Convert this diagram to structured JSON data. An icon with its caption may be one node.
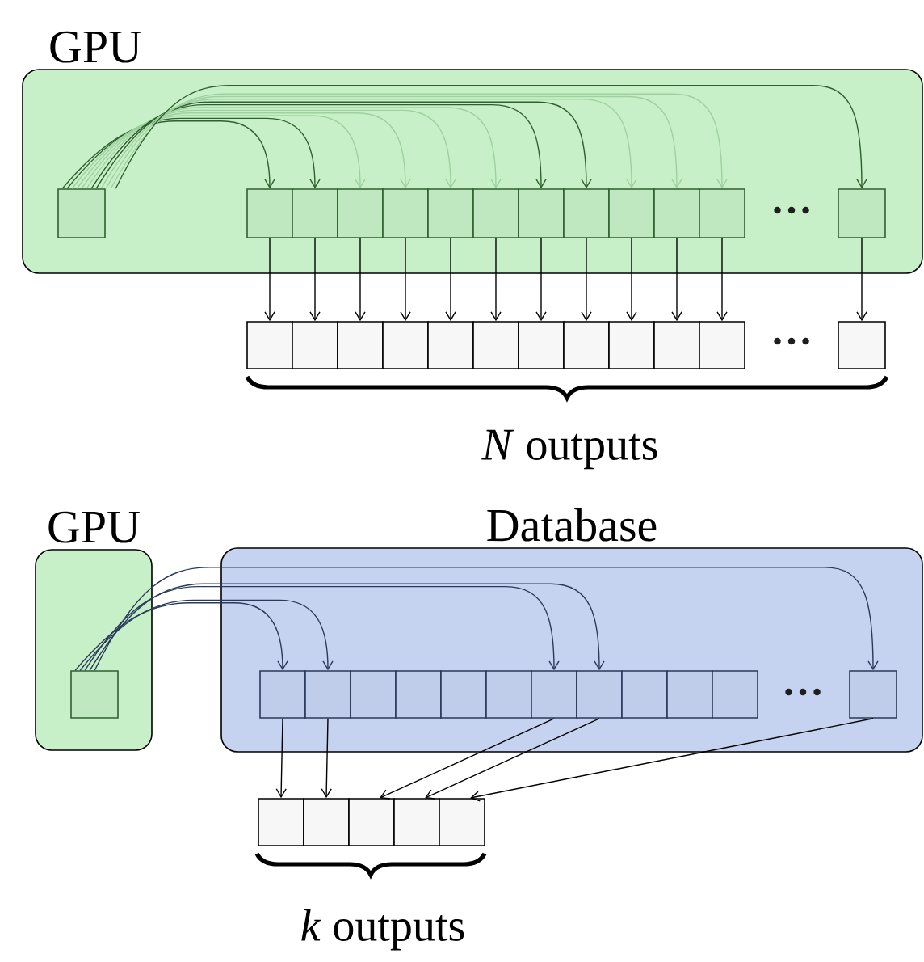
{
  "diagram": {
    "nodes": [
      {
        "text": [
          "GPU"
        ]
      },
      {
        "text": [],
        "shape": "box",
        "in": 0
      },
      {
        "text": [],
        "shape": "box",
        "in": 0
      },
      {
        "text": [],
        "shape": "box",
        "in": 0
      },
      {
        "text": [],
        "shape": "box",
        "in": 0
      },
      {
        "text": [],
        "shape": "box",
        "in": 0
      },
      {
        "text": [],
        "shape": "box",
        "in": 0
      },
      {
        "text": [],
        "shape": "box",
        "in": 0
      },
      {
        "text": [],
        "shape": "box",
        "in": 0
      },
      {
        "text": [],
        "shape": "box",
        "in": 0
      },
      {
        "text": [],
        "shape": "box",
        "in": 0
      },
      {
        "text": [],
        "shape": "box",
        "in": 0
      },
      {
        "text": [],
        "shape": "box",
        "in": 0
      },
      {
        "text": [],
        "shape": "box",
        "in": 0
      },
      {
        "text": [],
        "shape": "box"
      },
      {
        "text": [],
        "shape": "box"
      },
      {
        "text": [],
        "shape": "box"
      },
      {
        "text": [],
        "shape": "box"
      },
      {
        "text": [],
        "shape": "box"
      },
      {
        "text": [],
        "shape": "box"
      },
      {
        "text": [],
        "shape": "box"
      },
      {
        "text": [],
        "shape": "box"
      },
      {
        "text": [],
        "shape": "box"
      },
      {
        "text": [],
        "shape": "box"
      },
      {
        "text": [],
        "shape": "box"
      },
      {
        "text": [],
        "shape": "box"
      },
      {
        "text": [
          "GPU"
        ]
      },
      {
        "text": [],
        "shape": "box",
        "in": 26
      },
      {
        "text": [
          "Database"
        ]
      },
      {
        "text": [],
        "shape": "box",
        "in": 28
      },
      {
        "text": [],
        "shape": "box",
        "in": 28
      },
      {
        "text": [],
        "shape": "box",
        "in": 28
      },
      {
        "text": [],
        "shape": "box",
        "in": 28
      },
      {
        "text": [],
        "shape": "box",
        "in": 28
      },
      {
        "text": [],
        "shape": "box",
        "in": 28
      },
      {
        "text": [],
        "shape": "box",
        "in": 28
      },
      {
        "text": [],
        "shape": "box",
        "in": 28
      },
      {
        "text": [],
        "shape": "box",
        "in": 28
      },
      {
        "text": [],
        "shape": "box",
        "in": 28
      },
      {
        "text": [],
        "shape": "box",
        "in": 28
      },
      {
        "text": [],
        "shape": "box",
        "in": 28
      },
      {
        "text": [],
        "shape": "box"
      },
      {
        "text": [],
        "shape": "box"
      },
      {
        "text": [],
        "shape": "box"
      },
      {
        "text": [],
        "shape": "box"
      },
      {
        "text": [],
        "shape": "box"
      }
    ],
    "edges": [
      {
        "from": 1,
        "to": 2,
        "arrow": "to",
        "color": "#2f5f2f"
      },
      {
        "from": 1,
        "to": 3,
        "arrow": "to",
        "color": "#2f5f2f"
      },
      {
        "from": 1,
        "to": 4,
        "arrow": "to",
        "color": "#9fd09f"
      },
      {
        "from": 1,
        "to": 5,
        "arrow": "to",
        "color": "#9fd09f"
      },
      {
        "from": 1,
        "to": 6,
        "arrow": "to",
        "color": "#9fd09f"
      },
      {
        "from": 1,
        "to": 7,
        "arrow": "to",
        "color": "#9fd09f"
      },
      {
        "from": 1,
        "to": 8,
        "arrow": "to",
        "color": "#2f5f2f"
      },
      {
        "from": 1,
        "to": 9,
        "arrow": "to",
        "color": "#2f5f2f"
      },
      {
        "from": 1,
        "to": 10,
        "arrow": "to",
        "color": "#9fd09f"
      },
      {
        "from": 1,
        "to": 11,
        "arrow": "to",
        "color": "#9fd09f"
      },
      {
        "from": 1,
        "to": 12,
        "arrow": "to",
        "color": "#9fd09f"
      },
      {
        "from": 1,
        "to": 13,
        "arrow": "to",
        "color": "#2f5f2f"
      },
      {
        "from": 2,
        "to": 14,
        "arrow": "to"
      },
      {
        "from": 3,
        "to": 15,
        "arrow": "to"
      },
      {
        "from": 4,
        "to": 16,
        "arrow": "to"
      },
      {
        "from": 5,
        "to": 17,
        "arrow": "to"
      },
      {
        "from": 6,
        "to": 18,
        "arrow": "to"
      },
      {
        "from": 7,
        "to": 19,
        "arrow": "to"
      },
      {
        "from": 8,
        "to": 20,
        "arrow": "to"
      },
      {
        "from": 9,
        "to": 21,
        "arrow": "to"
      },
      {
        "from": 10,
        "to": 22,
        "arrow": "to"
      },
      {
        "from": 11,
        "to": 23,
        "arrow": "to"
      },
      {
        "from": 12,
        "to": 24,
        "arrow": "to"
      },
      {
        "from": 13,
        "to": 25,
        "arrow": "to"
      },
      {
        "from": 27,
        "to": 29,
        "arrow": "to",
        "color": "#2a3a5a"
      },
      {
        "from": 27,
        "to": 30,
        "arrow": "to",
        "color": "#2a3a5a"
      },
      {
        "from": 27,
        "to": 35,
        "arrow": "to",
        "color": "#2a3a5a"
      },
      {
        "from": 27,
        "to": 36,
        "arrow": "to",
        "color": "#2a3a5a"
      },
      {
        "from": 27,
        "to": 40,
        "arrow": "to",
        "color": "#2a3a5a"
      },
      {
        "from": 29,
        "to": 41,
        "arrow": "to"
      },
      {
        "from": 30,
        "to": 42,
        "arrow": "to"
      },
      {
        "from": 35,
        "to": 43,
        "arrow": "to"
      },
      {
        "from": 36,
        "to": 44,
        "arrow": "to"
      },
      {
        "from": 40,
        "to": 45,
        "arrow": "to"
      }
    ],
    "labels": [
      "…",
      "…",
      "*N* outputs",
      "…",
      "*k* outputs"
    ]
  }
}
